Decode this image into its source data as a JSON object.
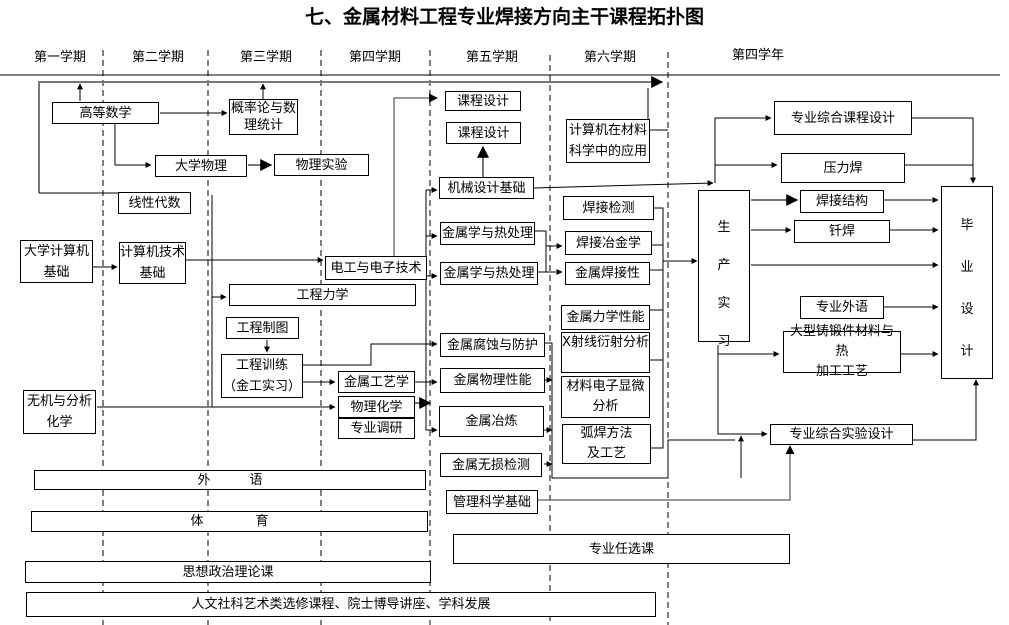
{
  "title": "七、金属材料工程专业焊接方向主干课程拓扑图",
  "semesters": [
    "第一学期",
    "第二学期",
    "第三学期",
    "第四学期",
    "第五学期",
    "第六学期",
    "第四学年"
  ],
  "courses": {
    "gaodeng": "高等数学",
    "gailv": "概率论与数\n理统计",
    "daxuewuli": "大学物理",
    "wulishiyan": "物理实验",
    "xianxing": "线性代数",
    "daxuejisuanji": "大学计算机\n基础",
    "jisuanjijishu": "计算机技术\n基础",
    "diangong": "电工与电子技术",
    "gongchenglixue": "工程力学",
    "gongchengzhitu": "工程制图",
    "gongchengxunlian": "工程训练\n（金工实习）",
    "jinshugongyi": "金属工艺学",
    "wulihuaxue": "物理化学",
    "zhuanyediaoyan": "专业调研",
    "wuji": "无机与分析\n化学",
    "kechengsheji1": "课程设计",
    "kechengsheji2": "课程设计",
    "jixie": "机械设计基础",
    "jinshure1": "金属学与热处理",
    "jinshure2": "金属学与热处理",
    "fushi": "金属腐蚀与防护",
    "wulixingneng": "金属物理性能",
    "yelian": "金属冶炼",
    "wusun": "金属无损检测",
    "guanli": "管理科学基础",
    "jisuanjicailiao": "计算机在材料\n科学中的应用",
    "hanjiejiance": "焊接检测",
    "hanjiehejin": "焊接冶金学",
    "hanjiexing": "金属焊接性",
    "lixue": "金属力学性能",
    "xray": "X射线衍射分析",
    "dianzixianwei": "材料电子显微\n分析",
    "huhan": "弧焊方法\n及工艺",
    "shengchanshixi": "生\n产\n实\n习",
    "zonghekecheng": "专业综合课程设计",
    "yalihan": "压力焊",
    "hanjiejiegou": "焊接结构",
    "qianhan": "钎焊",
    "waiyu": "专业外语",
    "dazhu": "大型铸锻件材料与热\n加工工艺",
    "zongheshiyan": "专业综合实验设计",
    "biye": "毕\n业\n设\n计",
    "renxuan": "专业任选课"
  },
  "general_courses": {
    "foreign": "外　　　语",
    "pe": "体　　　　育",
    "politics": "思想政治理论课",
    "humanities": "人文社科艺术类选修课程、院士博导讲座、学科发展"
  }
}
